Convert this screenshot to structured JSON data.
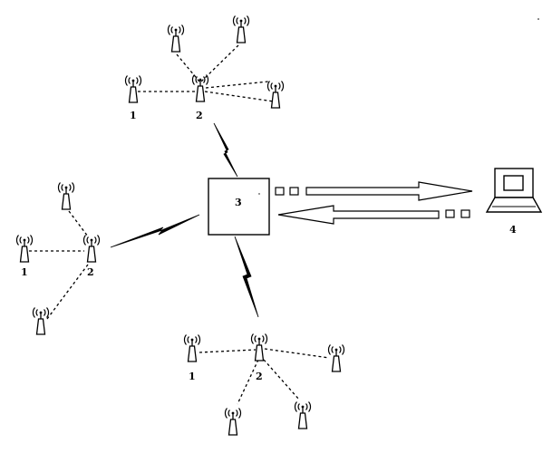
{
  "diagram": {
    "labels": {
      "sensor_node": "1",
      "cluster_head": "2",
      "base_station": "3",
      "terminal": "4"
    },
    "clusters": [
      {
        "id": "top",
        "node_label": "1",
        "head_label": "2"
      },
      {
        "id": "left",
        "node_label": "1",
        "head_label": "2"
      },
      {
        "id": "bottom",
        "node_label": "1",
        "head_label": "2"
      }
    ],
    "colors": {
      "stroke": "#000000",
      "background": "#ffffff"
    },
    "icons": {
      "sensor": "antenna-tower-icon",
      "link": "lightning-link-icon",
      "terminal": "laptop-icon"
    }
  }
}
